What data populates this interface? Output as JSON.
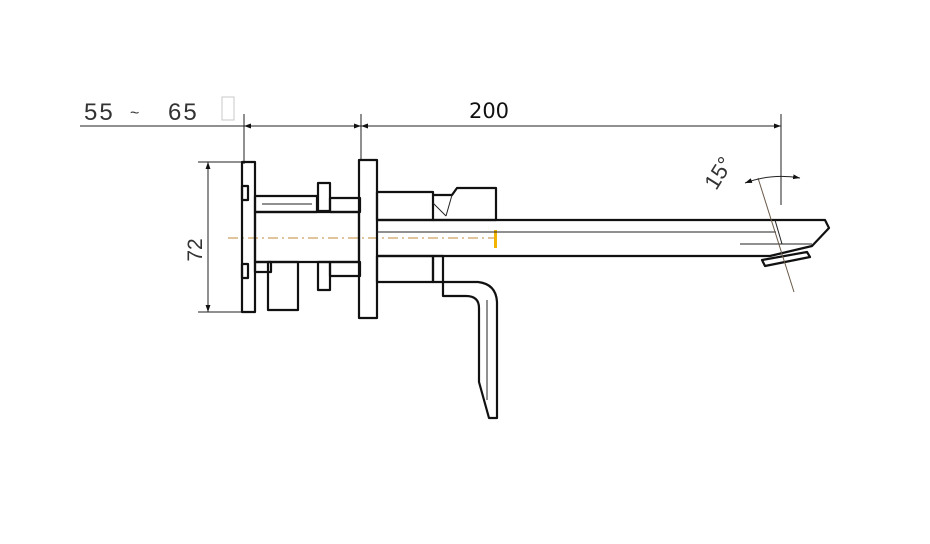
{
  "drawing": {
    "dimensions": {
      "left_min": "55",
      "left_max": "65",
      "length": "200",
      "height": "72",
      "angle": "15°"
    },
    "colors": {
      "line": "#111111",
      "centerline": "#c08a3a",
      "marker": "#f2b400",
      "background": "#ffffff"
    }
  }
}
